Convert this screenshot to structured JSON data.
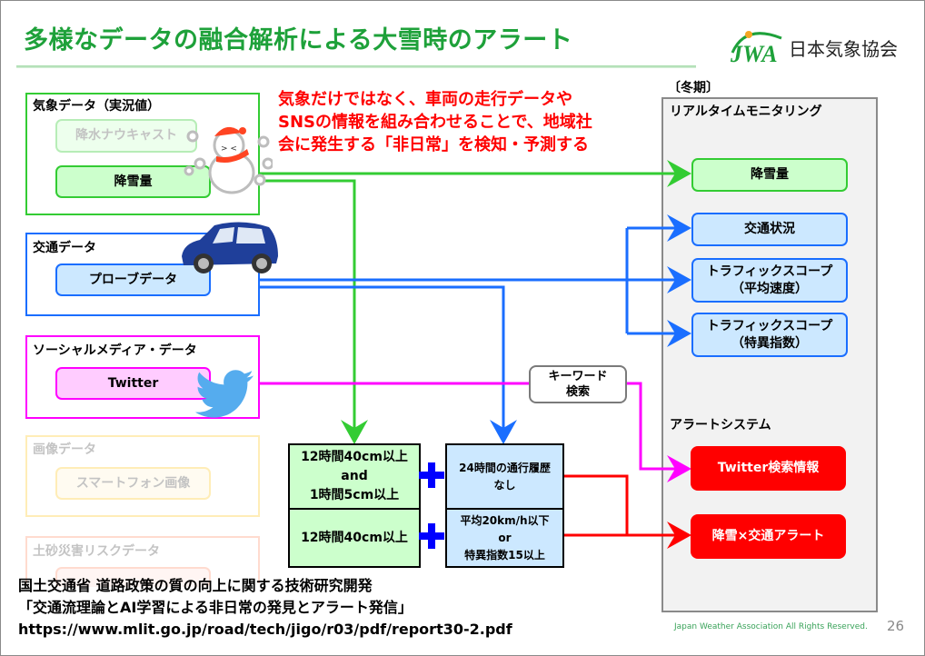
{
  "header": {
    "title": "多様なデータの融合解析による大雪時のアラート",
    "org_name": "日本気象協会",
    "logo_mark": "JWA"
  },
  "lead_text": [
    "気象だけではなく、車両の走行データや",
    "SNSの情報を組み合わせることで、地域社",
    "会に発生する「非日常」を検知・予測する"
  ],
  "sources": {
    "weather": {
      "label": "気象データ（実況値）",
      "items": [
        "降水ナウキャスト",
        "降雪量"
      ],
      "illustration": "snowman-icon"
    },
    "traffic": {
      "label": "交通データ",
      "items": [
        "プローブデータ"
      ],
      "illustration": "car-icon"
    },
    "social": {
      "label": "ソーシャルメディア・データ",
      "items": [
        "Twitter"
      ],
      "illustration": "twitter-bird-icon"
    },
    "image": {
      "label": "画像データ",
      "items": [
        "スマートフォン画像"
      ]
    },
    "landslide": {
      "label": "土砂災害リスクデータ",
      "items": [
        ""
      ]
    }
  },
  "keyword_search": [
    "キーワード",
    "検索"
  ],
  "conditions": {
    "snow": [
      [
        "12時間40cm以上",
        "and",
        "1時間5cm以上"
      ],
      [
        "12時間40cm以上"
      ]
    ],
    "traffic": [
      [
        "24時間の通行履歴",
        "なし"
      ],
      [
        "平均20km/h以下",
        "or",
        "特異指数15以上"
      ]
    ],
    "plus_symbol": "+"
  },
  "winter_panel": {
    "season": "〔冬期〕",
    "monitoring_label": "リアルタイムモニタリング",
    "monitoring_items": [
      [
        "降雪量"
      ],
      [
        "交通状況"
      ],
      [
        "トラフィックスコープ",
        "（平均速度）"
      ],
      [
        "トラフィックスコープ",
        "（特異指数）"
      ]
    ],
    "alert_label": "アラートシステム",
    "alert_items": [
      "Twitter検索情報",
      "降雪×交通アラート"
    ]
  },
  "footer": {
    "reference": [
      "国土交通省 道路政策の質の向上に関する技術研究開発",
      "「交通流理論とAI学習による非日常の発見とアラート発信」",
      "https://www.mlit.go.jp/road/tech/jigo/r03/pdf/report30-2.pdf"
    ],
    "copyright": "Japan Weather Association All Rights Reserved.",
    "page_number": "26"
  },
  "colors": {
    "title_green": "#1ea13a",
    "weather_green": "#33cc33",
    "traffic_blue": "#1a6eff",
    "social_magenta": "#ff00ff",
    "alert_red": "#ff0000",
    "plus_blue": "#0000ff"
  }
}
